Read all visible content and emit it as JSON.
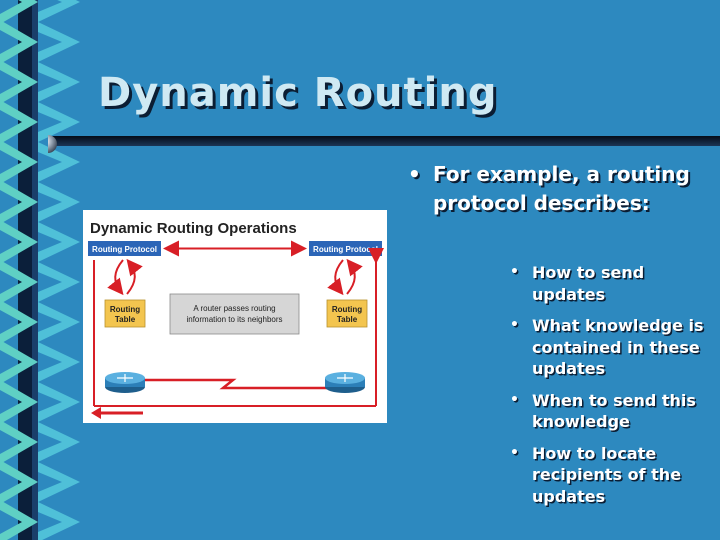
{
  "slide": {
    "title": "Dynamic Routing",
    "bullet": {
      "marker": "•",
      "text": "For example, a routing protocol describes:"
    },
    "sub_bullets": [
      {
        "marker": "•",
        "text": "How to send updates"
      },
      {
        "marker": "•",
        "text": "What knowledge is contained in these updates"
      },
      {
        "marker": "•",
        "text": "When to send this knowledge"
      },
      {
        "marker": "•",
        "text": "How to locate recipients of the updates"
      }
    ]
  },
  "figure": {
    "title": "Dynamic Routing Operations",
    "protocol_left": "Routing Protocol",
    "protocol_right": "Routing Protocol",
    "table_left": [
      "Routing",
      "Table"
    ],
    "table_right": [
      "Routing",
      "Table"
    ],
    "caption": [
      "A router passes routing",
      "information to its neighbors"
    ]
  },
  "colors": {
    "background": "#2d89bf",
    "title_text": "#cfe9f3",
    "protocol_box": "#2b65b7",
    "table_box": "#f3c54f",
    "arrow": "#d81f26"
  }
}
